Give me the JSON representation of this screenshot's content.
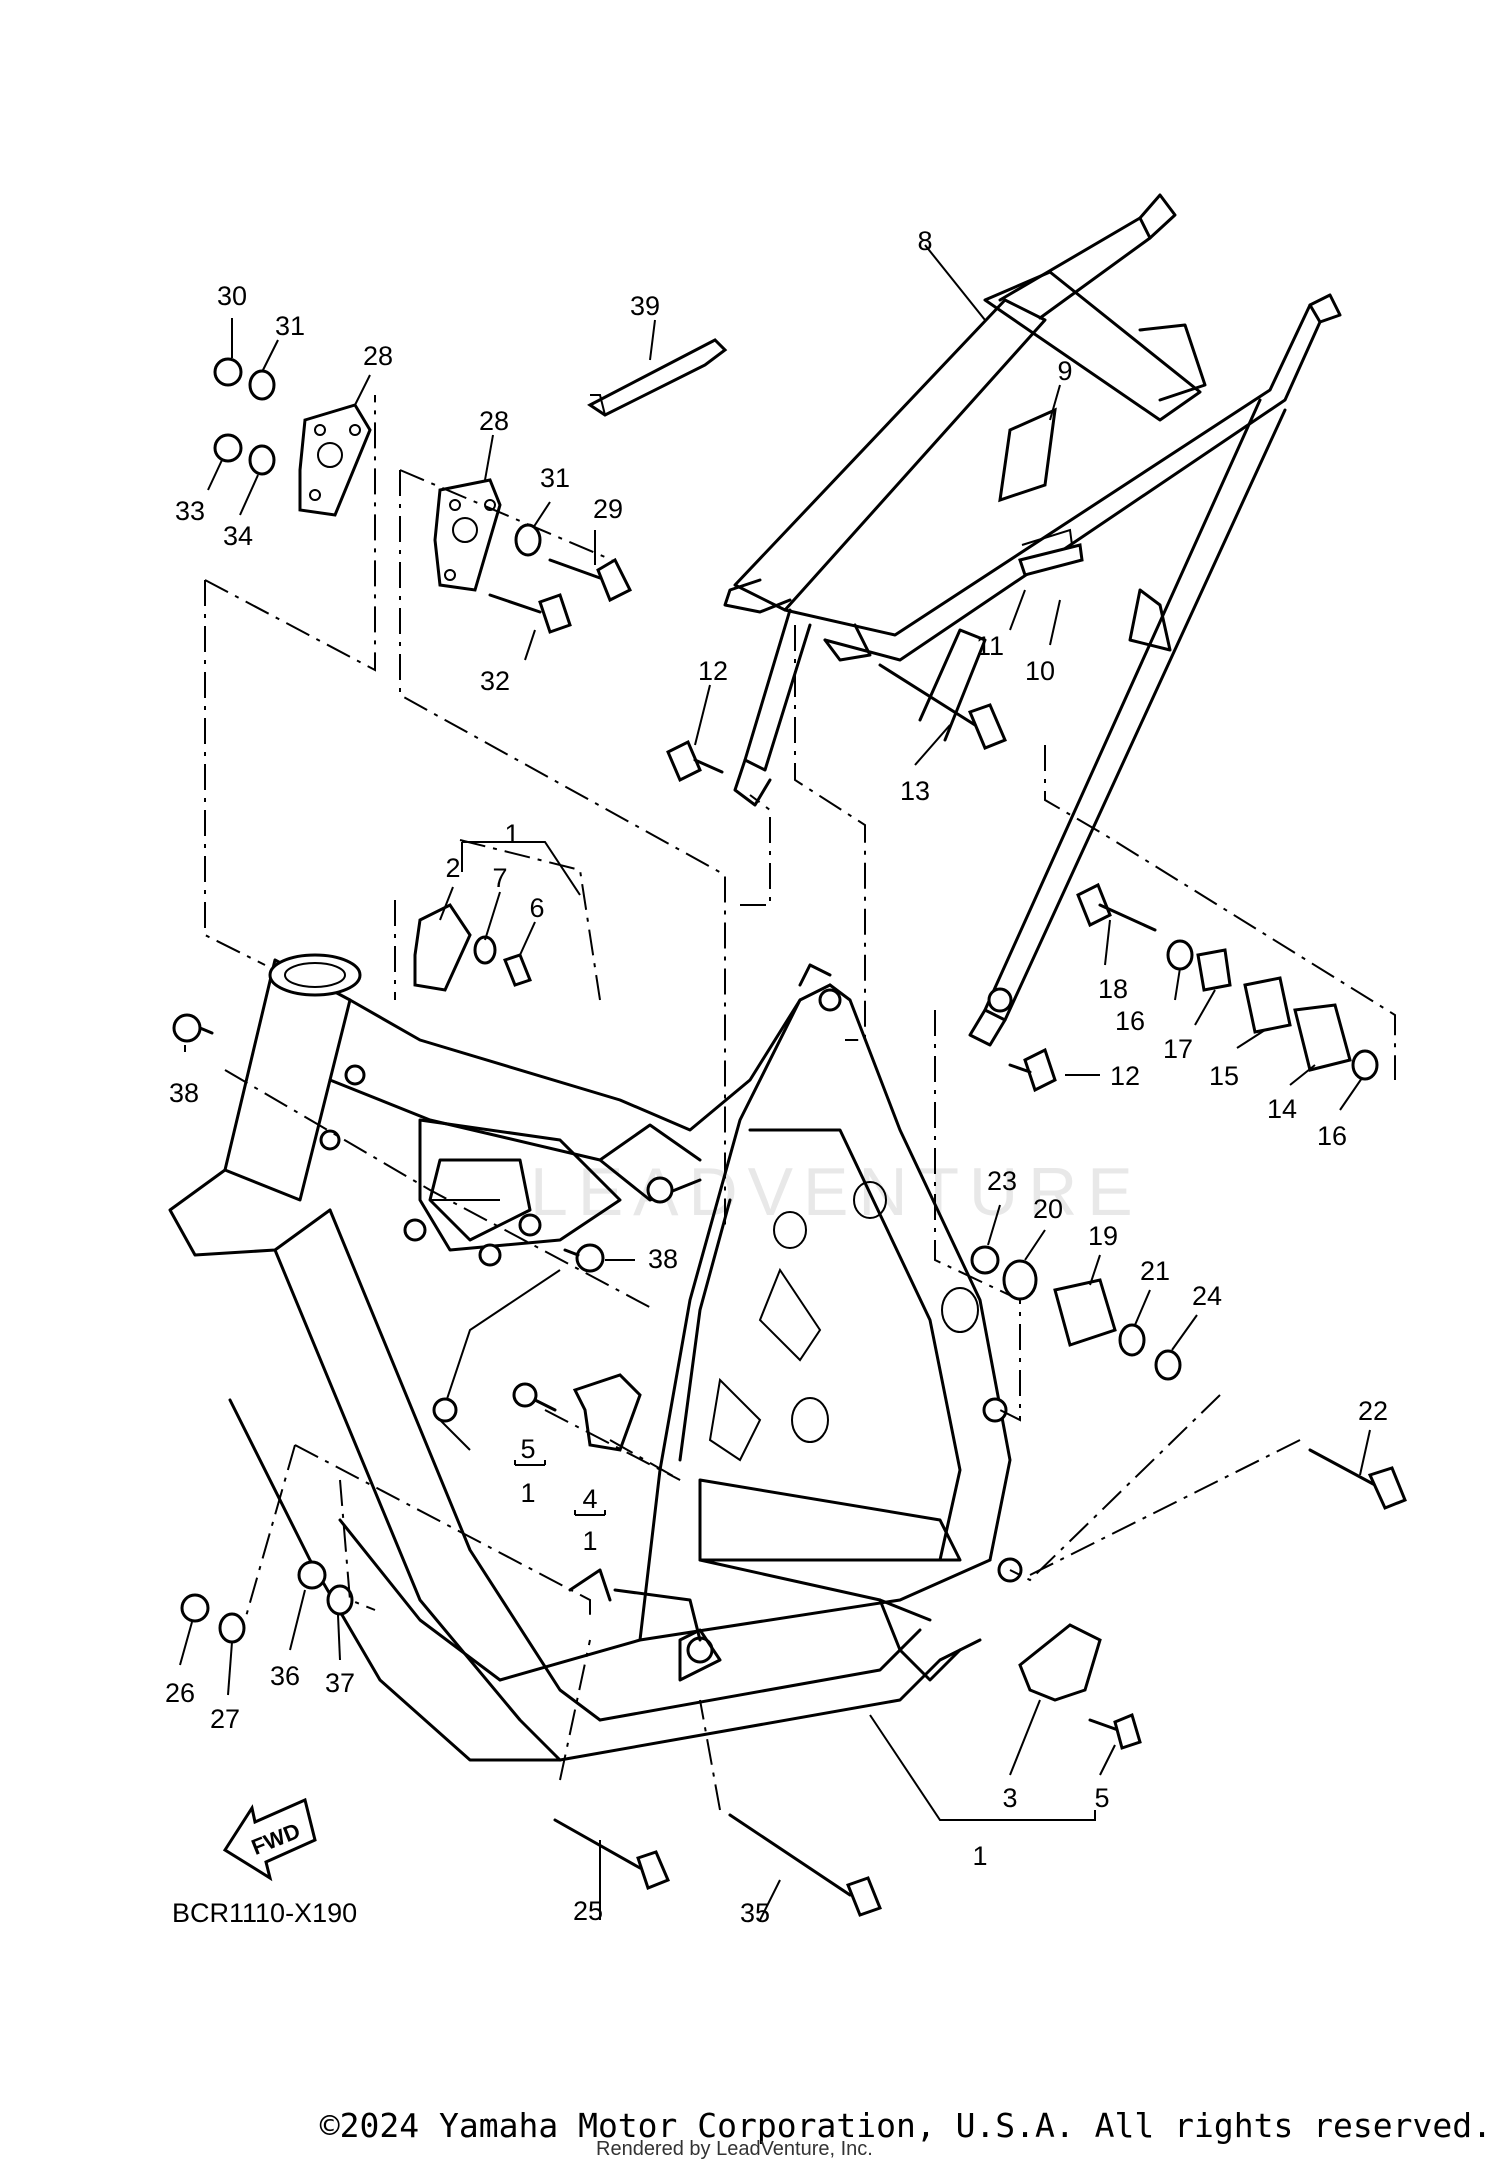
{
  "diagram_code": "BCR1110-X190",
  "watermark": "LEADVENTURE",
  "fwd_label": "FWD",
  "copyright": "©2024 Yamaha Motor Corporation, U.S.A. All rights reserved.",
  "rendered_by": "Rendered by LeadVenture, Inc.",
  "callouts": [
    "30",
    "31",
    "28",
    "33",
    "34",
    "39",
    "8",
    "9",
    "28",
    "31",
    "29",
    "32",
    "11",
    "10",
    "12",
    "13",
    "1",
    "2",
    "7",
    "6",
    "38",
    "18",
    "16",
    "17",
    "15",
    "14",
    "16",
    "12",
    "23",
    "20",
    "19",
    "21",
    "24",
    "38",
    "22",
    "5",
    "1",
    "4",
    "1",
    "26",
    "27",
    "36",
    "37",
    "3",
    "5",
    "1",
    "25",
    "35"
  ]
}
